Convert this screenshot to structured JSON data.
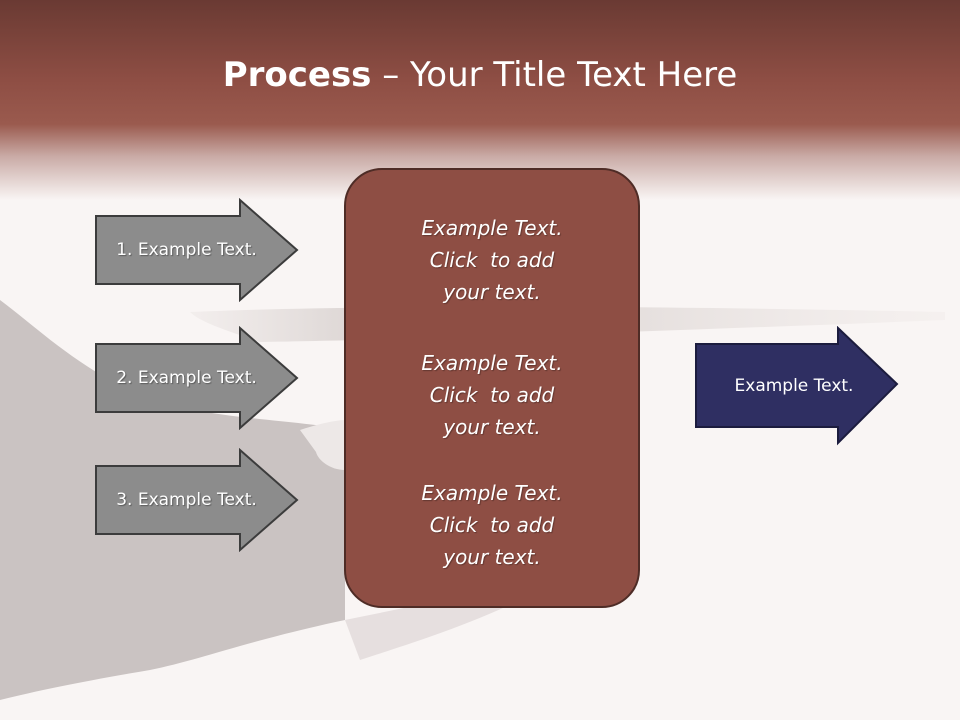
{
  "slide": {
    "title_bold": "Process",
    "title_rest": " – Your Title Text Here"
  },
  "steps": [
    {
      "label": "1. Example Text."
    },
    {
      "label": "2. Example Text."
    },
    {
      "label": "3. Example Text."
    }
  ],
  "center_panel": {
    "blocks": [
      {
        "lines": [
          "Example Text.",
          "Click  to add",
          "your text."
        ]
      },
      {
        "lines": [
          "Example Text.",
          "Click  to add",
          "your text."
        ]
      },
      {
        "lines": [
          "Example Text.",
          "Click  to add",
          "your text."
        ]
      }
    ]
  },
  "output": {
    "label": "Example Text."
  },
  "colors": {
    "header": "#8e4e44",
    "panel": "#8e4e44",
    "step_arrow": "#8c8c8c",
    "output_arrow": "#2f2f62"
  }
}
